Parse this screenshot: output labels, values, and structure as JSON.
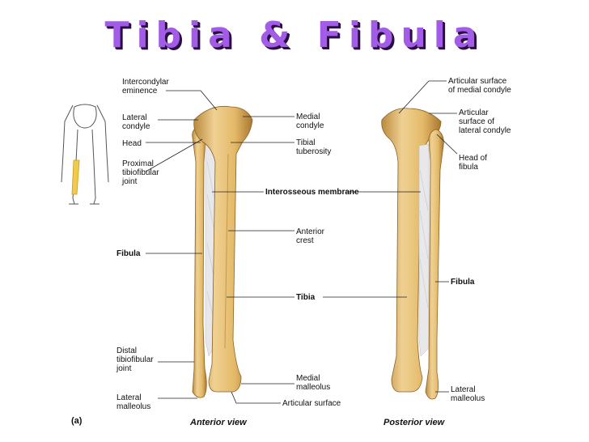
{
  "title": "Tibia & Fibula",
  "colors": {
    "title": "#a35ce8",
    "bone": "#e7c27a",
    "bone_shadow": "#c4954a",
    "highlight": "#f1c94b"
  },
  "labels": {
    "intercondylar_eminence": "Intercondylar\neminence",
    "lateral_condyle": "Lateral\ncondyle",
    "head": "Head",
    "proximal_joint": "Proximal\ntibiofibular\njoint",
    "fibula_left": "Fibula",
    "distal_joint": "Distal\ntibiofibular\njoint",
    "lateral_malleolus_left": "Lateral\nmalleolus",
    "medial_condyle": "Medial\ncondyle",
    "tibial_tuberosity": "Tibial\ntuberosity",
    "interosseous_membrane": "Interosseous membrane",
    "anterior_crest": "Anterior\ncrest",
    "tibia": "Tibia",
    "medial_malleolus": "Medial\nmalleolus",
    "articular_surface": "Articular surface",
    "art_surface_medial_condyle": "Articular surface\nof medial condyle",
    "art_surface_lateral_condyle": "Articular\nsurface of\nlateral condyle",
    "head_of_fibula": "Head of\nfibula",
    "fibula_right": "Fibula",
    "lateral_malleolus_right": "Lateral\nmalleolus"
  },
  "figure_letter": "(a)",
  "views": {
    "anterior": "Anterior view",
    "posterior": "Posterior view"
  }
}
